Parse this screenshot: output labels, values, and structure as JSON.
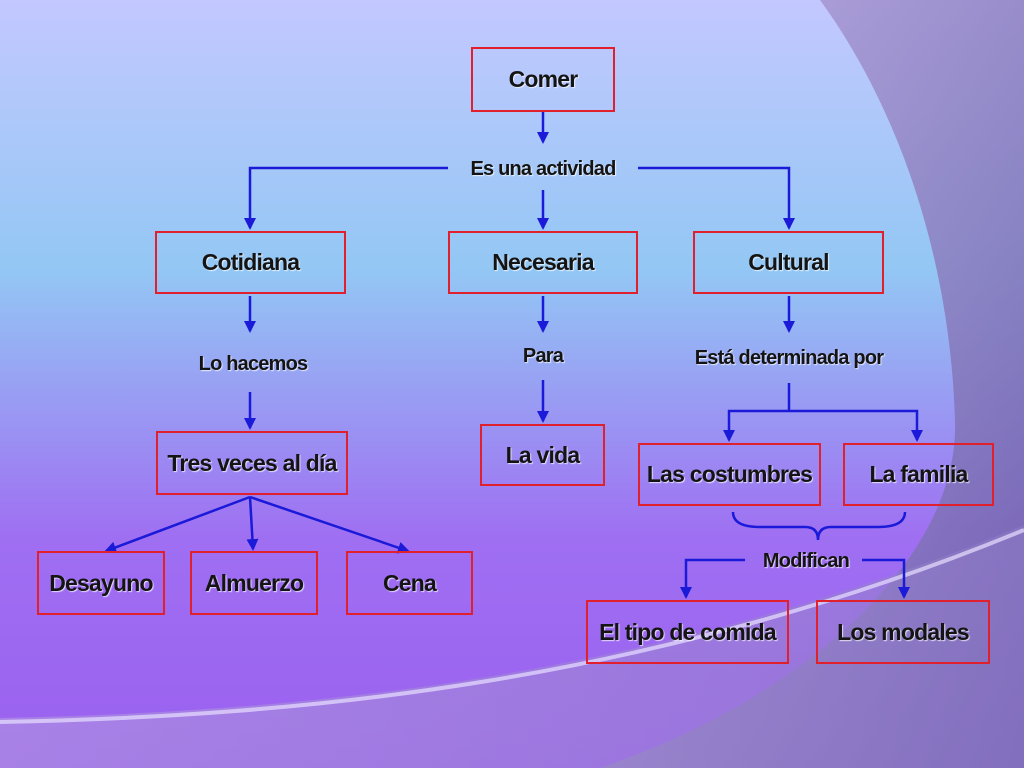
{
  "colors": {
    "box_border": "#e0202c",
    "arrow": "#1a1ad8",
    "text": "#141414"
  },
  "nodes": {
    "comer": "Comer",
    "cotidiana": "Cotidiana",
    "necesaria": "Necesaria",
    "cultural": "Cultural",
    "tres_veces": "Tres veces al día",
    "la_vida": "La vida",
    "las_costumbres": "Las costumbres",
    "la_familia": "La familia",
    "desayuno": "Desayuno",
    "almuerzo": "Almuerzo",
    "cena": "Cena",
    "tipo_comida": "El tipo de comida",
    "modales": "Los modales"
  },
  "labels": {
    "es_una_actividad": "Es una actividad",
    "lo_hacemos": "Lo hacemos",
    "para": "Para",
    "esta_determinada": "Está determinada por",
    "modifican": "Modifican"
  }
}
